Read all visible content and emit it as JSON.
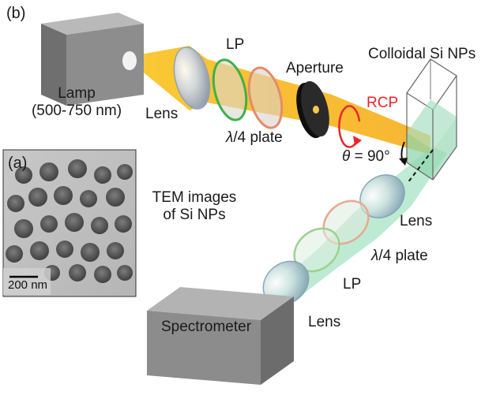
{
  "panels": {
    "b": "(b)",
    "a": "(a)"
  },
  "labels": {
    "lamp_line1": "Lamp",
    "lamp_line2": "(500-750 nm)",
    "lens_top": "Lens",
    "lp_top": "LP",
    "aperture": "Aperture",
    "colloid": "Colloidal Si NPs",
    "rcp": "RCP",
    "qwp_top_symbol": "λ",
    "qwp_top_text": "/4 plate",
    "theta_symbol": "θ",
    "theta_value": " = 90°",
    "tem_line1": "TEM images",
    "tem_line2": "of Si NPs",
    "lens_right": "Lens",
    "qwp_bottom_symbol": "λ",
    "qwp_bottom_text": "/4 plate",
    "lp_bottom": "LP",
    "lens_bottom": "Lens",
    "spectrometer": "Spectrometer",
    "scale_bar": "200 nm"
  },
  "colors": {
    "beam_yellow": "#f7b81c",
    "beam_green": "#8fd9b4",
    "rcp_red": "#e8262a",
    "box_gray": "#8a8a8a"
  }
}
